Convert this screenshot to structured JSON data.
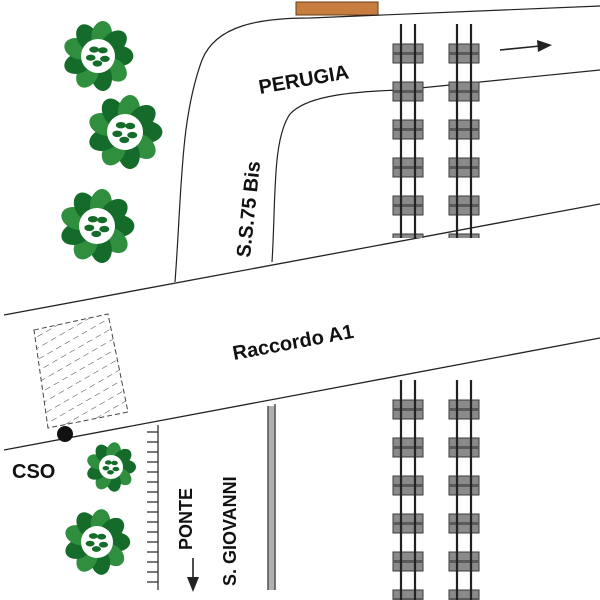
{
  "map": {
    "labels": {
      "perugia": "PERUGIA",
      "ss75": "S.S.75 Bis",
      "raccordo": "Raccordo A1",
      "cso": "CSO",
      "ponte": "PONTE",
      "giovanni": "S. GIOVANNI"
    },
    "icons": {
      "direction_right": "arrow-right-icon",
      "direction_down": "arrow-down-icon",
      "tree": "tree-icon",
      "location": "location-dot-icon"
    },
    "colors": {
      "background": "#ffffff",
      "road_line": "#222222",
      "tree_fill": "#2f8f3f",
      "tree_dark": "#146b2a",
      "tie_fill": "#8a8a8a",
      "landmark": "#c87d40",
      "hatched_area": "#444444"
    }
  }
}
